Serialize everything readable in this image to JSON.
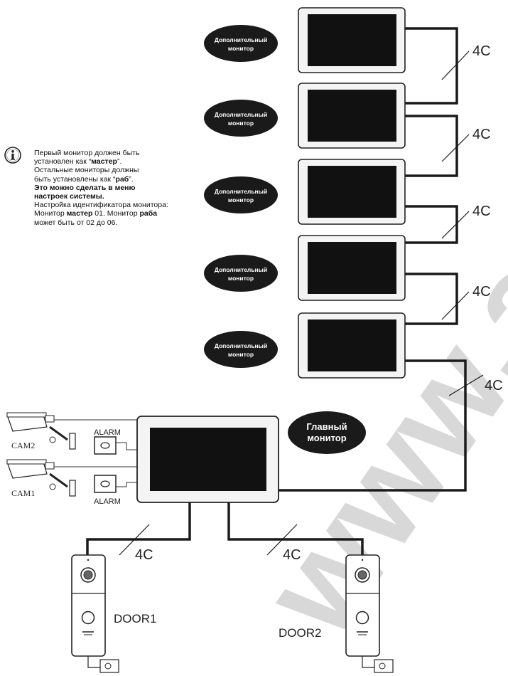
{
  "additional_monitor_label": [
    "Дополнительный",
    "монитор"
  ],
  "main_monitor_label": [
    "Главный",
    "монитор"
  ],
  "cable_label": "4C",
  "camera_labels": {
    "cam2": "CAM2",
    "cam1": "CAM1"
  },
  "alarm_label": "ALARM",
  "door_labels": {
    "door1": "DOOR1",
    "door2": "DOOR2"
  },
  "watermark_text": "www.atis-s",
  "info": {
    "line1": "Первый монитор должен быть",
    "line2_a": "установлен как “",
    "line2_b": "мастер",
    "line2_c": "”.",
    "line3": "Остальные мониторы должны",
    "line4_a": "быть установлены как “",
    "line4_b": "раб",
    "line4_c": "”.",
    "line5": "Это можно сделать в меню",
    "line6": "настроек системы.",
    "line7": "Настройка идентификатора монитора:",
    "line8_a": "Монитор ",
    "line8_b": "мастер",
    "line8_c": " 01. Монитор ",
    "line8_d": "раба",
    "line9": "может быть от 02 до 06."
  },
  "colors": {
    "oval": "#1a1a1a",
    "wire": "#1a1a1a",
    "screen": "#111111",
    "watermark": "#d2d2d2"
  }
}
